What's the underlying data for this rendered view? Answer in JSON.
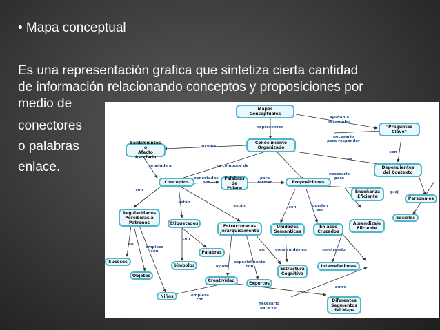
{
  "slide": {
    "bullet": "• Mapa conceptual",
    "lines": [
      "Es una representación grafica que sintetiza cierta cantidad",
      "de información relacionando conceptos y proposiciones por",
      "medio de",
      "conectores",
      "o palabras",
      "enlace."
    ]
  },
  "concept_map": {
    "nodes": {
      "mapas": "Mapas\nConceptuales",
      "preguntas": "\"Preguntas\nClave\"",
      "sentimientos": "Sentimientos o\nAfecto Asociado",
      "conocimiento": "Conocimiento\nOrganizado",
      "dependientes": "Dependientes\ndel Contexto",
      "conceptos": "Conceptos",
      "palabras_enlace": "Palabras\nde Enlace",
      "proposiciones": "Proposiciones",
      "ensenanza": "Enseñanza\nEficiente",
      "personales": "Personales",
      "regularidades": "Regularidades\nPercibidas a\nPatrones",
      "etiquetados": "Etiquetados",
      "estructuradas": "Estructuradas\nJerarquicamente",
      "unidades": "Unidades\nSemánticas",
      "enlaces": "Enlaces\nCruzados",
      "aprendizaje": "Aprendizaje\nEficiente",
      "sociales": "Sociales",
      "sucesos": "Sucesos",
      "palabras": "Palabras",
      "simbolos": "Símbolos",
      "interrelaciones": "Interrelaciones",
      "objetos": "Objetos",
      "creatividad": "Creatividad",
      "expertos": "Expertos",
      "estructura": "Estructura\nCognitiva",
      "ninos": "Niños",
      "segmentos": "Diferentes\nSegmentos\ndel Mapa"
    },
    "links": {
      "ayudan": "ayudan a\nresponder",
      "representan": "representan",
      "necesario_resp": "necesario\npara responder",
      "incluye": "incluye",
      "es": "es",
      "se_anade": "se añade a",
      "se_compone": "se compone de",
      "conectados": "conectados\npor",
      "para_formar": "para\nformar",
      "necesario_para": "necesario\npara",
      "son1": "son",
      "son_right": "son",
      "pej": "p.ej",
      "estan1": "están",
      "estan2": "están",
      "son2": "son",
      "pueden_ser": "pueden\nser",
      "en": "en",
      "empieza_con1": "empieza\ncon",
      "con": "con",
      "ayuda": "ayuda",
      "especialmente_con": "especialmente\ncon",
      "en2": "en",
      "construidas_en": "construidas en",
      "mostrando": "mostrando",
      "entre": "entre",
      "empieza_con2": "empieza\ncon",
      "necesario_ver": "necesario\npara ver"
    }
  }
}
